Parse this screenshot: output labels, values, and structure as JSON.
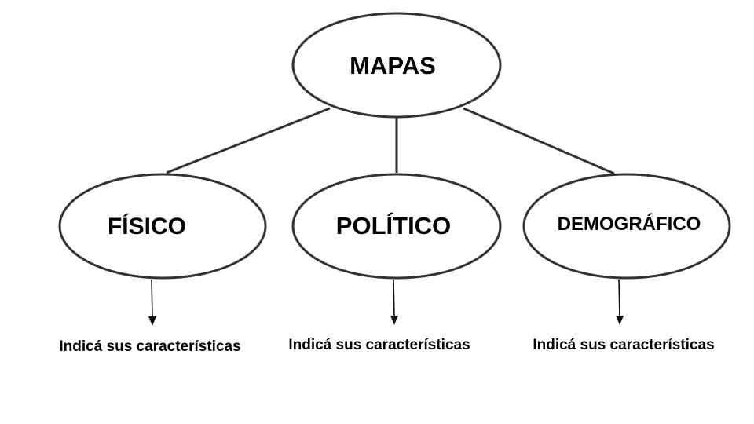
{
  "root": {
    "label": "MAPAS"
  },
  "children": [
    {
      "label": "FÍSICO",
      "caption": "Indicá sus características"
    },
    {
      "label": "POLÍTICO",
      "caption": "Indicá sus características"
    },
    {
      "label": "DEMOGRÁFICO",
      "caption": "Indicá sus características"
    }
  ],
  "colors": {
    "stroke": "#333333",
    "text": "#000000",
    "background": "#ffffff"
  }
}
